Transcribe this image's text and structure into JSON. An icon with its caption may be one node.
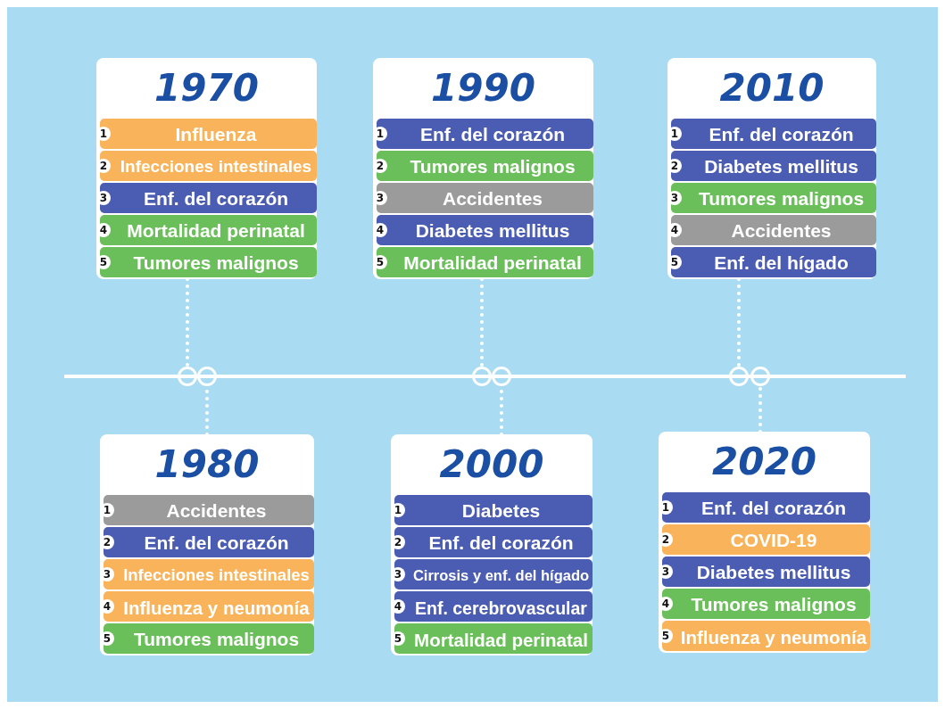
{
  "diagram": {
    "nodes": [
      {
        "text": [
          "1970"
        ]
      },
      {
        "text": [
          "1",
          "Influenza"
        ],
        "in": 0
      },
      {
        "text": [
          "2",
          "Infecciones intestinales"
        ],
        "in": 0
      },
      {
        "text": [
          "3",
          "Enf. del corazón"
        ],
        "in": 0
      },
      {
        "text": [
          "4",
          "Mortalidad perinatal"
        ],
        "in": 0
      },
      {
        "text": [
          "5",
          "Tumores malignos"
        ],
        "in": 0
      },
      {
        "text": [
          "1990"
        ]
      },
      {
        "text": [
          "1",
          "Enf. del corazón"
        ],
        "in": 6
      },
      {
        "text": [
          "2",
          "Tumores malignos"
        ],
        "in": 6
      },
      {
        "text": [
          "3",
          "Accidentes"
        ],
        "in": 6
      },
      {
        "text": [
          "4",
          "Diabetes mellitus"
        ],
        "in": 6
      },
      {
        "text": [
          "5",
          "Mortalidad perinatal"
        ],
        "in": 6
      },
      {
        "text": [
          "2010"
        ]
      },
      {
        "text": [
          "1",
          "Enf. del corazón"
        ],
        "in": 12
      },
      {
        "text": [
          "2",
          "Diabetes mellitus"
        ],
        "in": 12
      },
      {
        "text": [
          "3",
          "Tumores malignos"
        ],
        "in": 12
      },
      {
        "text": [
          "4",
          "Accidentes"
        ],
        "in": 12
      },
      {
        "text": [
          "5",
          "Enf. del hígado"
        ],
        "in": 12
      },
      {
        "text": [],
        "shape": "circle"
      },
      {
        "text": [],
        "shape": "circle"
      },
      {
        "text": [],
        "shape": "circle"
      },
      {
        "text": [],
        "shape": "circle"
      },
      {
        "text": [],
        "shape": "circle"
      },
      {
        "text": [],
        "shape": "circle"
      },
      {
        "text": [
          "1980"
        ]
      },
      {
        "text": [
          "1",
          "Accidentes"
        ],
        "in": 24
      },
      {
        "text": [
          "2",
          "Enf. del corazón"
        ],
        "in": 24
      },
      {
        "text": [
          "3",
          "Infecciones intestinales"
        ],
        "in": 24
      },
      {
        "text": [
          "4",
          "Influenza y neumonía"
        ],
        "in": 24
      },
      {
        "text": [
          "5",
          "Tumores malignos"
        ],
        "in": 24
      },
      {
        "text": [
          "2000"
        ]
      },
      {
        "text": [
          "1",
          "Diabetes"
        ],
        "in": 30
      },
      {
        "text": [
          "2",
          "Enf. del corazón"
        ],
        "in": 30
      },
      {
        "text": [
          "3",
          "Cirrosis y enf. del hígado"
        ],
        "in": 30
      },
      {
        "text": [
          "4",
          "Enf. cerebrovascular"
        ],
        "in": 30
      },
      {
        "text": [
          "5",
          "Mortalidad perinatal"
        ],
        "in": 30
      },
      {
        "text": [
          "2020"
        ]
      },
      {
        "text": [
          "1",
          "Enf. del corazón"
        ],
        "in": 36
      },
      {
        "text": [
          "2",
          "COVID-19"
        ],
        "in": 36
      },
      {
        "text": [
          "3",
          "Diabetes mellitus"
        ],
        "in": 36
      },
      {
        "text": [
          "4",
          "Tumores malignos"
        ],
        "in": 36
      },
      {
        "text": [
          "5",
          "Influenza y neumonía"
        ],
        "in": 36
      }
    ],
    "edges": [
      {
        "from": 0,
        "to": 18,
        "arrow": "none",
        "style": "dashed"
      },
      {
        "from": 24,
        "to": 19,
        "arrow": "none",
        "style": "dashed"
      },
      {
        "from": 6,
        "to": 20,
        "arrow": "none",
        "style": "dashed"
      },
      {
        "from": 30,
        "to": 21,
        "arrow": "none",
        "style": "dashed"
      },
      {
        "from": 12,
        "to": 22,
        "arrow": "none",
        "style": "dashed"
      },
      {
        "from": 36,
        "to": 23,
        "arrow": "none",
        "style": "dashed"
      }
    ]
  }
}
